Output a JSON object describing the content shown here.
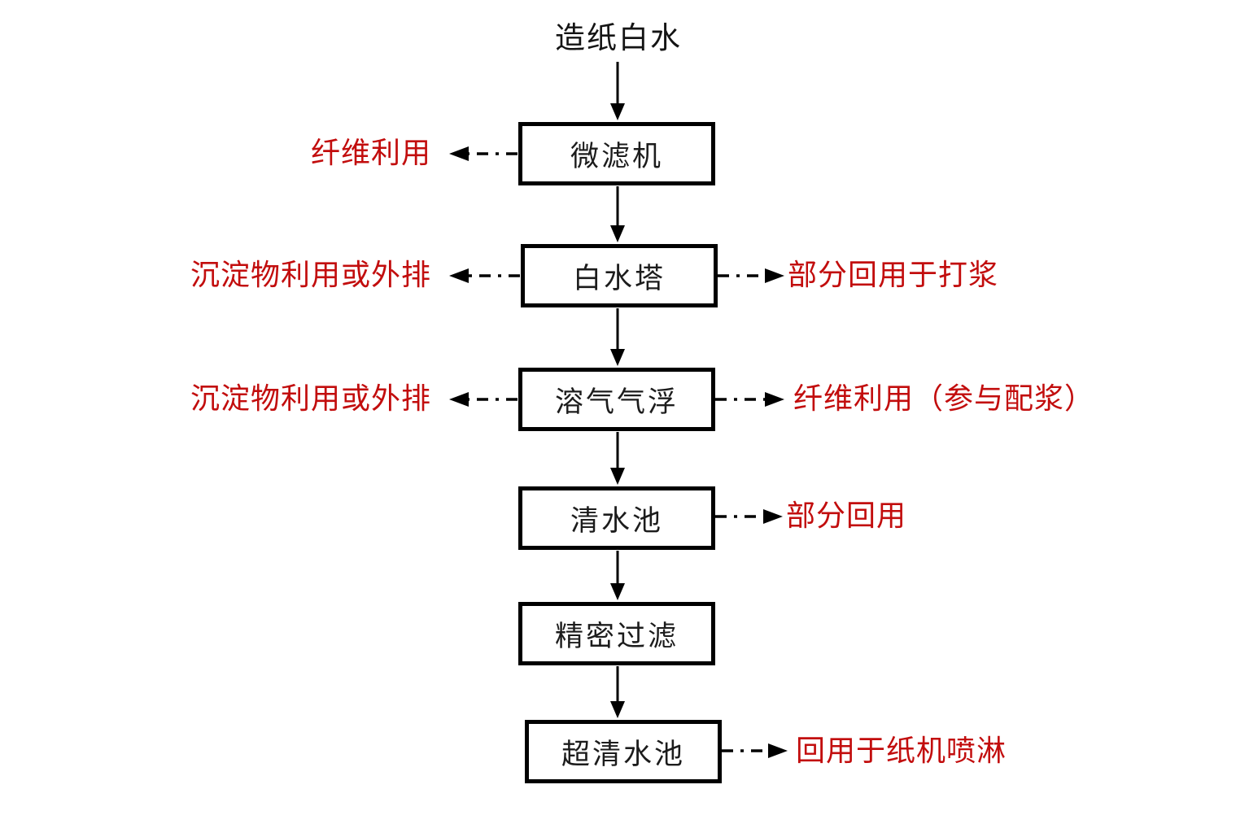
{
  "diagram": {
    "title": "造纸白水",
    "nodes": [
      {
        "label": "微滤机",
        "left_output": "纤维利用",
        "right_output": ""
      },
      {
        "label": "白水塔",
        "left_output": "沉淀物利用或外排",
        "right_output": "部分回用于打浆"
      },
      {
        "label": "溶气气浮",
        "left_output": "沉淀物利用或外排",
        "right_output": "纤维利用（参与配浆）"
      },
      {
        "label": "清水池",
        "left_output": "",
        "right_output": "部分回用"
      },
      {
        "label": "精密过滤",
        "left_output": "",
        "right_output": ""
      },
      {
        "label": "超清水池",
        "left_output": "",
        "right_output": "回用于纸机喷淋"
      }
    ],
    "flow_order": [
      "造纸白水",
      "微滤机",
      "白水塔",
      "溶气气浮",
      "清水池",
      "精密过滤",
      "超清水池"
    ],
    "colors": {
      "background": "#ffffff",
      "box_border": "#000000",
      "box_text": "#1c1c1c",
      "side_label_red": "#c20d0d",
      "arrow": "#000000"
    }
  }
}
